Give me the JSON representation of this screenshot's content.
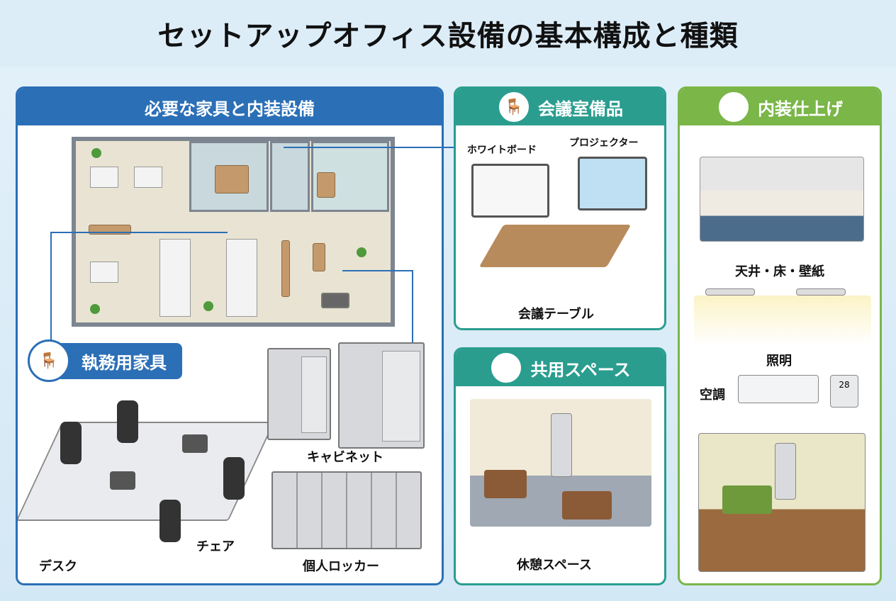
{
  "title": "セットアップオフィス設備の基本構成と種類",
  "left_panel": {
    "header": "必要な家具と内装設備",
    "work_furniture": "執務用家具",
    "desk": "デスク",
    "chair": "チェア",
    "cabinet": "キャビネット",
    "locker": "個人ロッカー"
  },
  "meeting_panel": {
    "header": "会議室備品",
    "whiteboard": "ホワイトボード",
    "projector": "プロジェクター",
    "table": "会議テーブル"
  },
  "common_panel": {
    "header": "共用スペース",
    "lounge": "休憩スペース"
  },
  "interior_panel": {
    "header": "内装仕上げ",
    "finish": "天井・床・壁紙",
    "lighting": "照明",
    "aircon": "空調",
    "thermostat": "28"
  },
  "colors": {
    "blue": "#2b6fb6",
    "teal": "#2a9d8f",
    "green": "#7ab648"
  }
}
